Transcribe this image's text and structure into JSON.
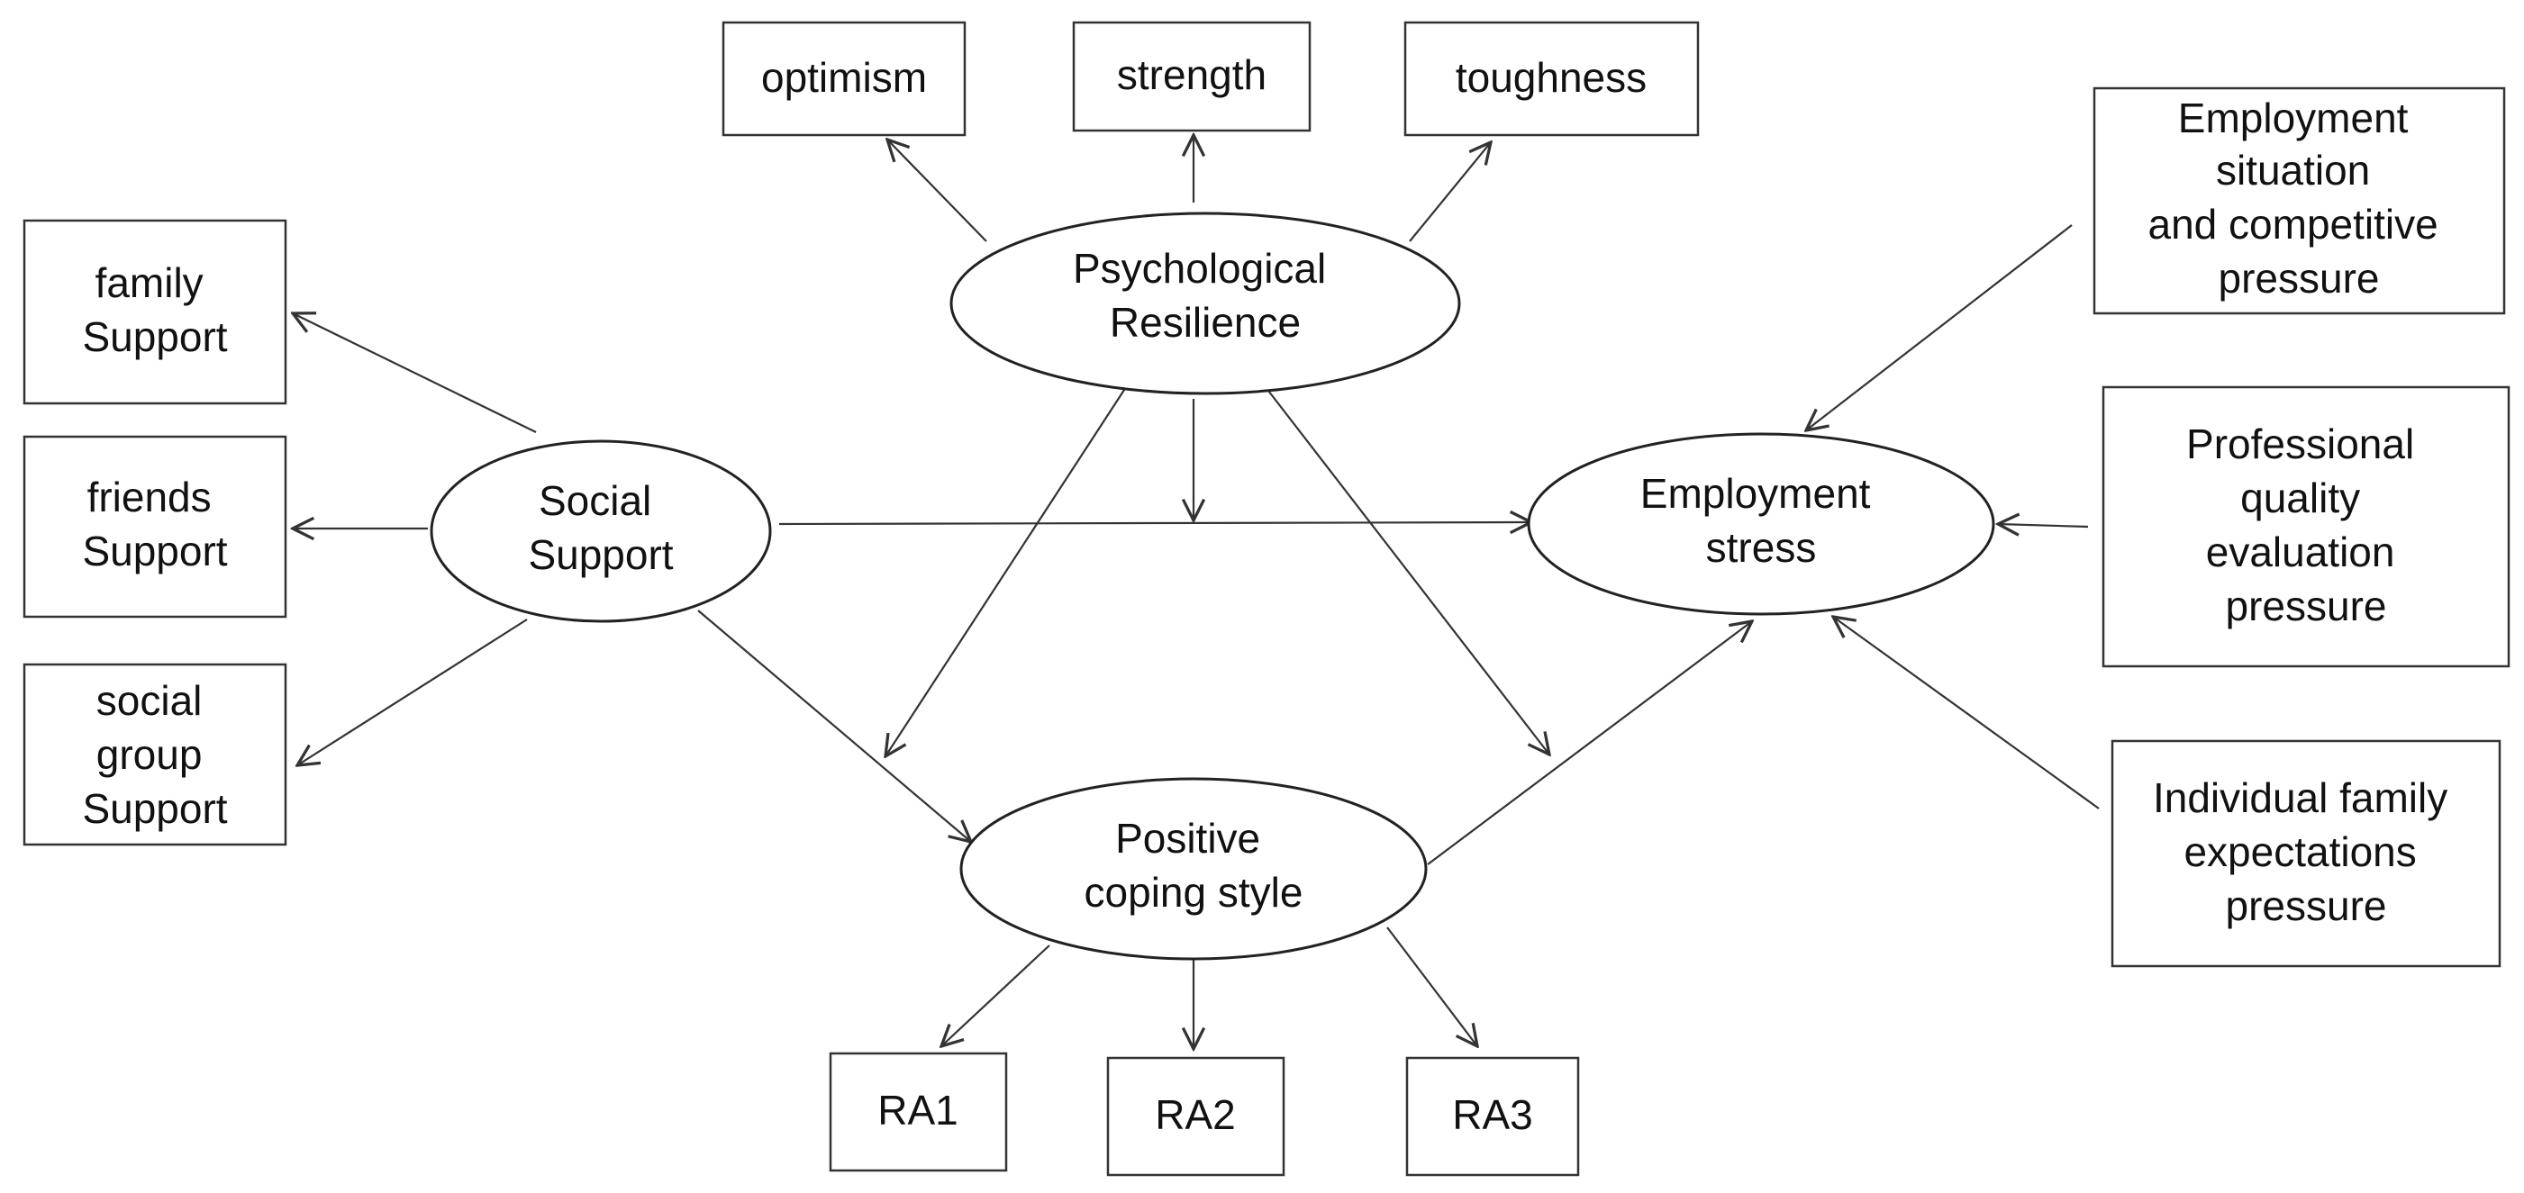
{
  "colors": {
    "line": "#333333",
    "text": "#111111",
    "background": "#ffffff"
  },
  "latent": {
    "psychological_resilience": [
      "Psychological",
      "Resilience"
    ],
    "social_support": [
      "Social",
      "Support"
    ],
    "employment_stress": [
      "Employment",
      "stress"
    ],
    "positive_coping_style": [
      "Positive",
      "coping style"
    ]
  },
  "indicators": {
    "optimism": [
      "optimism"
    ],
    "strength": [
      "strength"
    ],
    "toughness": [
      "toughness"
    ],
    "family_support": [
      "family",
      "Support"
    ],
    "friends_support": [
      "friends",
      "Support"
    ],
    "social_group_support": [
      "social",
      "group",
      "Support"
    ],
    "employment_situation": [
      "Employment",
      "situation",
      "and competitive",
      "pressure"
    ],
    "professional_quality": [
      "Professional",
      "quality",
      "evaluation",
      "pressure"
    ],
    "individual_family": [
      "Individual family",
      "expectations",
      "pressure"
    ],
    "ra1": [
      "RA1"
    ],
    "ra2": [
      "RA2"
    ],
    "ra3": [
      "RA3"
    ]
  }
}
